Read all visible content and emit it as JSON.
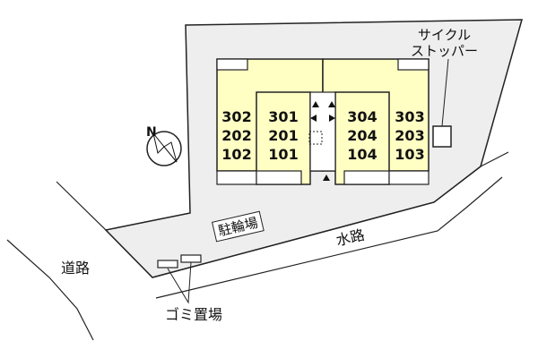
{
  "site_map": {
    "colors": {
      "lot": "#eeeeee",
      "building": "#ffffc4",
      "stair": "#ffffff",
      "outline": "#222222"
    },
    "icons": {
      "north": "north-arrow-compass-icon",
      "stairs_arrow": "triangle-arrow-icon"
    },
    "compass_letter": "N",
    "labels": {
      "cycle_stopper": [
        "サイクル",
        "ストッパー"
      ],
      "road": "道路",
      "waterway": "水路",
      "bicycle_parking": "駐輪場",
      "garbage": "ゴミ置場"
    },
    "units": [
      {
        "column": 1,
        "rooms": [
          "302",
          "202",
          "102"
        ]
      },
      {
        "column": 2,
        "rooms": [
          "301",
          "201",
          "101"
        ]
      },
      {
        "column": 3,
        "rooms": [
          "304",
          "204",
          "104"
        ]
      },
      {
        "column": 4,
        "rooms": [
          "303",
          "203",
          "103"
        ]
      }
    ]
  }
}
